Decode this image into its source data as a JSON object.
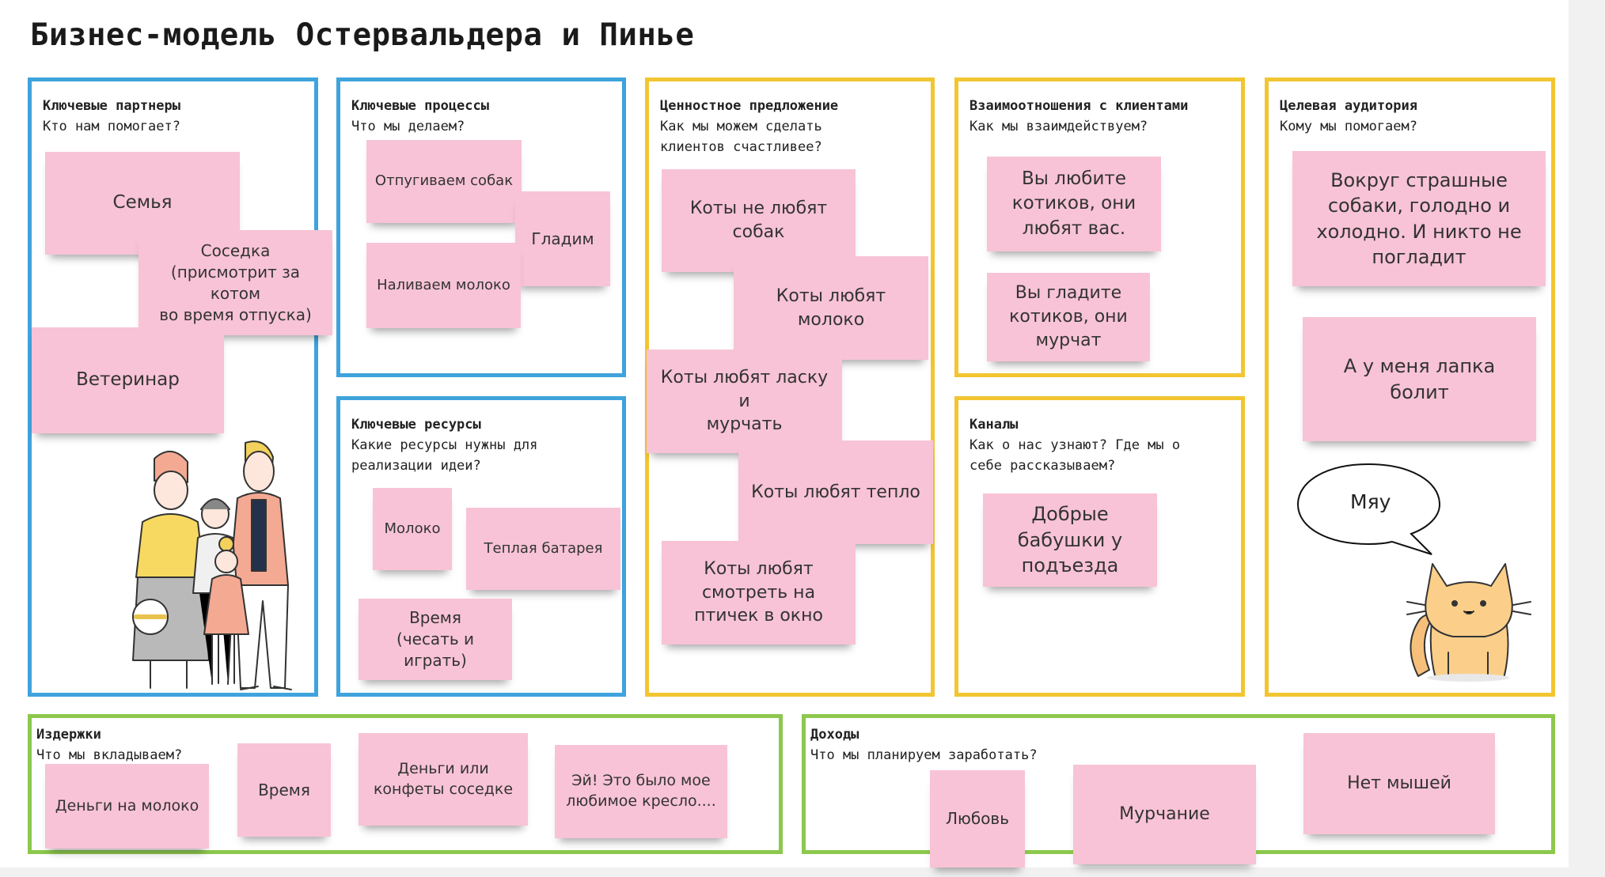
{
  "title": "Бизнес-модель Остервальдера и Пинье",
  "blocks": {
    "partners": {
      "title": "Ключевые партнеры",
      "question": "Кто нам помогает?",
      "notes": [
        "Семья",
        "Соседка\n(присмотрит за котом\nво время отпуска)",
        "Ветеринар"
      ]
    },
    "activities": {
      "title": "Ключевые процессы",
      "question": "Что мы делаем?",
      "notes": [
        "Отпугиваем собак",
        "Гладим",
        "Наливаем молоко"
      ]
    },
    "resources": {
      "title": "Ключевые ресурсы",
      "question": "Какие ресурсы нужны для\nреализации идеи?",
      "notes": [
        "Молоко",
        "Теплая батарея",
        "Время\n(чесать и играть)"
      ]
    },
    "value": {
      "title": "Ценностное предложение",
      "question": "Как мы можем сделать\nклиентов счастливее?",
      "notes": [
        "Коты не любят\nсобак",
        "Коты любят\nмолоко",
        "Коты любят ласку и\nмурчать",
        "Коты любят тепло",
        "Коты любят\nсмотреть на\nптичек в окно"
      ]
    },
    "relationships": {
      "title": "Взаимоотношения с клиентами",
      "question": "Как мы взаимдействуем?",
      "notes": [
        "Вы любите\nкотиков, они\nлюбят вас.",
        "Вы гладите\nкотиков, они\nмурчат"
      ]
    },
    "channels": {
      "title": "Каналы",
      "question": "Как о нас узнают? Где мы о\nсебе рассказываем?",
      "notes": [
        "Добрые\nбабушки у\nподъезда"
      ]
    },
    "segments": {
      "title": "Целевая аудитория",
      "question": "Кому мы помогаем?",
      "notes": [
        "Вокруг страшные\nсобаки, голодно и\nхолодно. И никто не\nпогладит",
        "А у меня лапка\nболит"
      ],
      "speech": "Мяу"
    },
    "costs": {
      "title": "Издержки",
      "question": "Что мы вкладываем?",
      "notes": [
        "Деньги на молоко",
        "Время",
        "Деньги или\nконфеты соседке",
        "Эй! Это было мое\nлюбимое кресло...."
      ]
    },
    "revenue": {
      "title": "Доходы",
      "question": "Что мы планируем заработать?",
      "notes": [
        "Любовь",
        "Мурчание",
        "Нет мышей"
      ]
    }
  },
  "colors": {
    "blue": "#3fa3dc",
    "yellow": "#f2c531",
    "green": "#8dc84e",
    "sticky": "#f8c3d6"
  },
  "icons": [
    "family-illustration",
    "cat-illustration",
    "speech-bubble"
  ]
}
